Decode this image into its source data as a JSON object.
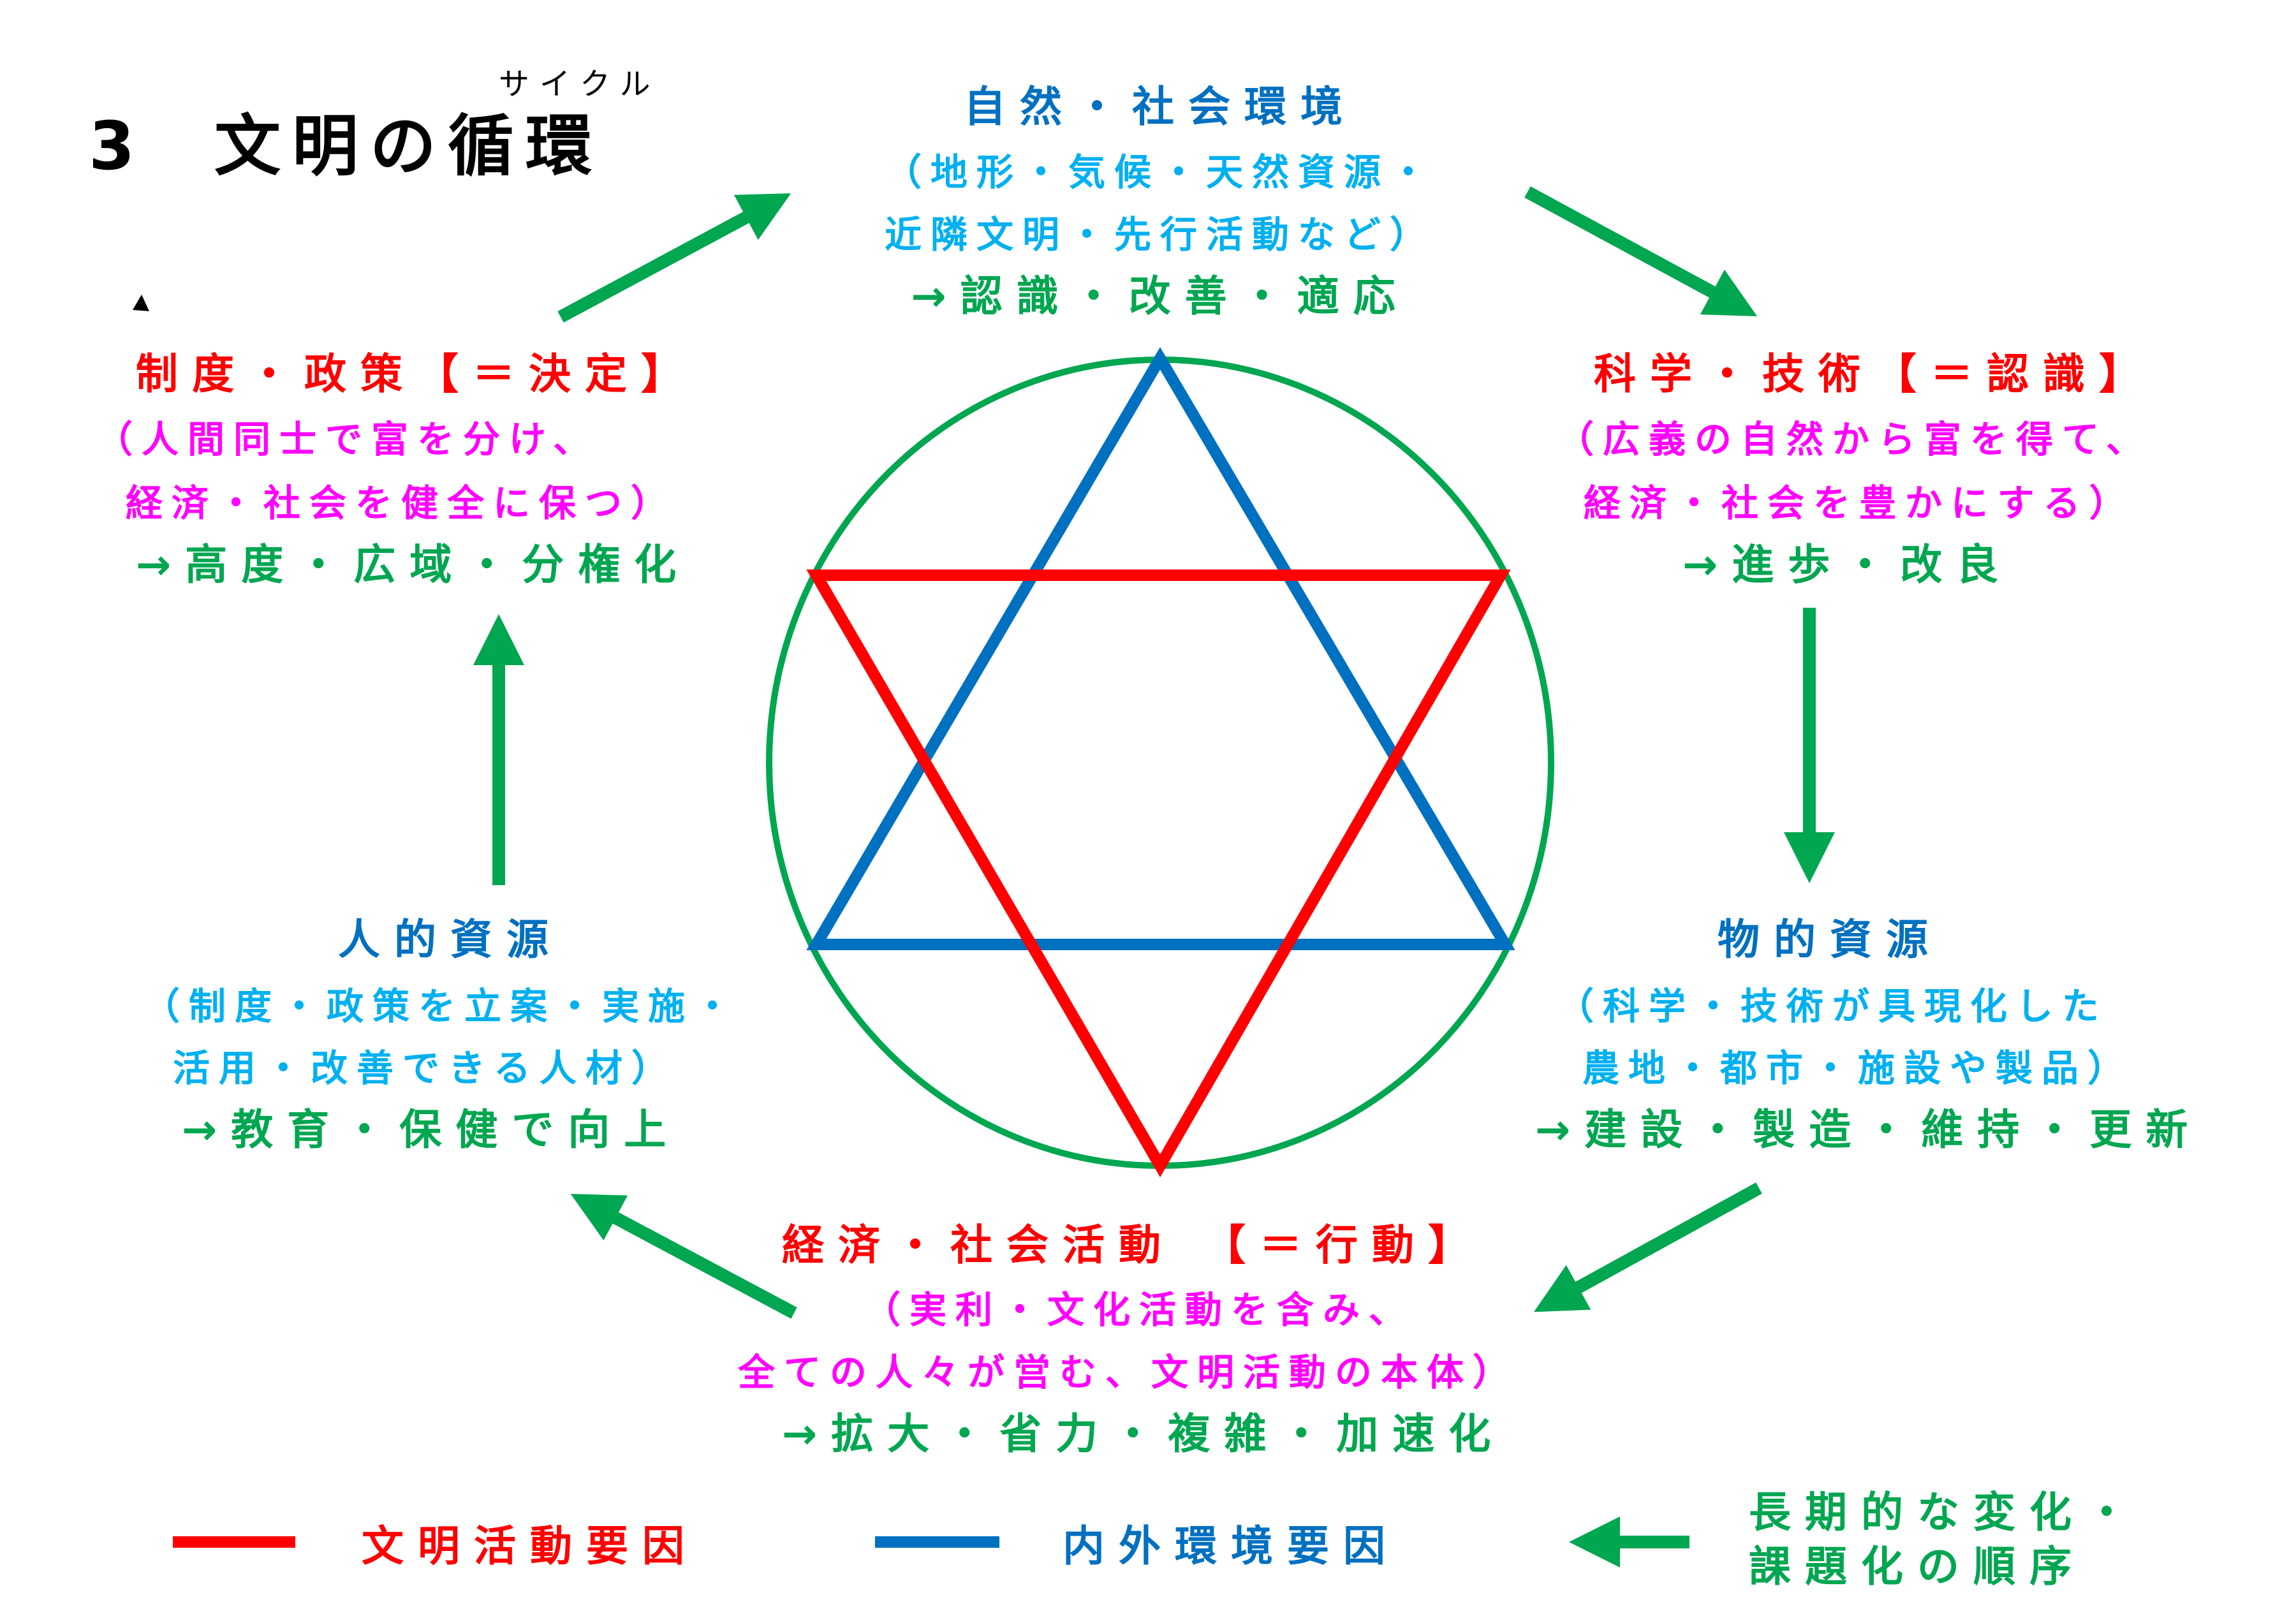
{
  "title": {
    "number": "3",
    "text": "文明の循環",
    "ruby": "サイクル"
  },
  "colors": {
    "activity": "#ff0000",
    "environment": "#0070c0",
    "circle": "#00a650",
    "arrow": "#00a650",
    "description": "#ff00ff",
    "env_description": "#00b0f0"
  },
  "nodes": {
    "environment": {
      "heading": "自然・社会環境",
      "lines": [
        "（地形・気候・天然資源・",
        "近隣文明・先行活動など）"
      ],
      "result": "→認識・改善・適応"
    },
    "science": {
      "heading": "科学・技術【＝認識】",
      "lines": [
        "（広義の自然から富を得て、",
        "経済・社会を豊かにする）"
      ],
      "result": "→進歩・改良"
    },
    "material": {
      "heading": "物的資源",
      "lines": [
        "（科学・技術が具現化した",
        "農地・都市・施設や製品）"
      ],
      "result": "→建設・製造・維持・更新"
    },
    "economy": {
      "heading": "経済・社会活動 【＝行動】",
      "lines": [
        "（実利・文化活動を含み、",
        "全ての人々が営む、文明活動の本体）"
      ],
      "result": "→拡大・省力・複雑・加速化"
    },
    "human": {
      "heading": "人的資源",
      "lines": [
        "（制度・政策を立案・実施・",
        "活用・改善できる人材）"
      ],
      "result": "→教育・保健で向上"
    },
    "policy": {
      "heading": "制度・政策【＝決定】",
      "lines": [
        "（人間同士で富を分け、",
        "経済・社会を健全に保つ）"
      ],
      "result": "→高度・広域・分権化"
    }
  },
  "legend": {
    "red_label": "文明活動要因",
    "blue_label": "内外環境要因",
    "arrow_label_1": "長期的な変化・",
    "arrow_label_2": "課題化の順序"
  }
}
